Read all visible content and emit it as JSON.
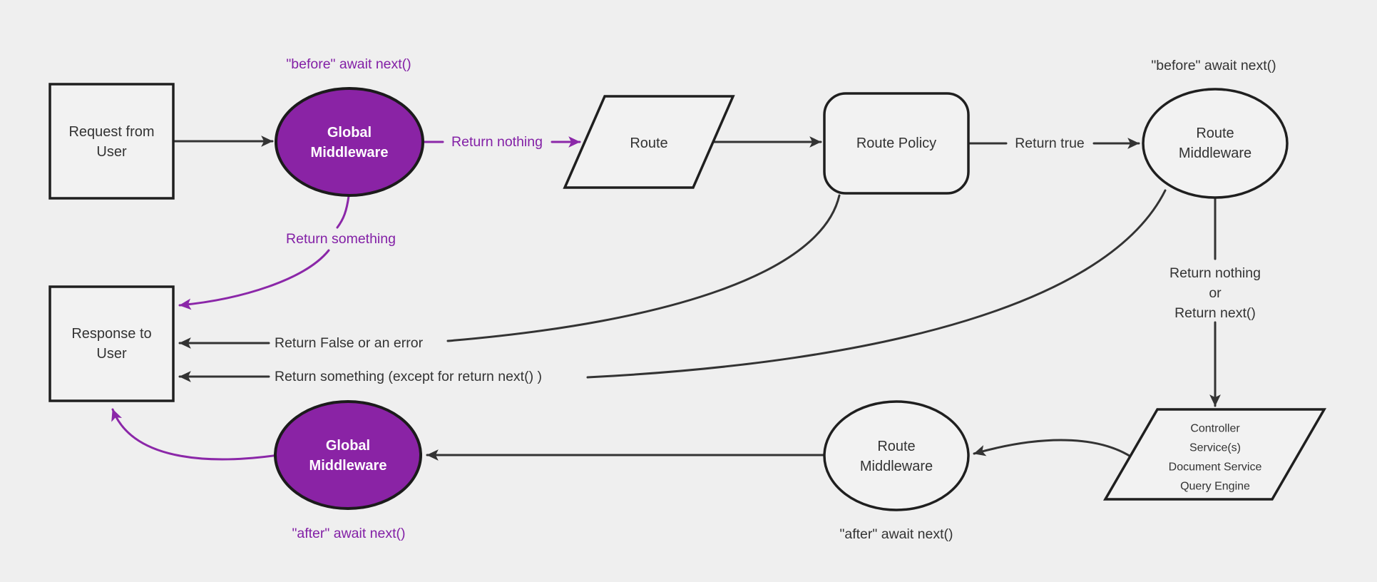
{
  "diagram": {
    "type": "flowchart",
    "background_color": "#efefef",
    "colors": {
      "purple_fill": "#8a23a5",
      "purple_text": "#8320a6",
      "purple_stroke": "#8b27a8",
      "node_fill": "#f2f2f2",
      "node_stroke": "#1f1f1f",
      "edge_stroke": "#333333",
      "text": "#333333",
      "node_text_on_purple": "#ffffff"
    },
    "nodes": {
      "request": {
        "shape": "rectangle",
        "line1": "Request from",
        "line2": "User"
      },
      "global_middleware_top": {
        "shape": "ellipse",
        "variant": "purple",
        "line1": "Global",
        "line2": "Middleware"
      },
      "route": {
        "shape": "parallelogram",
        "label": "Route"
      },
      "route_policy": {
        "shape": "rounded-rectangle",
        "label": "Route Policy"
      },
      "route_middleware_top": {
        "shape": "ellipse",
        "line1": "Route",
        "line2": "Middleware"
      },
      "controller": {
        "shape": "parallelogram",
        "line1": "Controller",
        "line2": "Service(s)",
        "line3": "Document Service",
        "line4": "Query Engine"
      },
      "route_middleware_bottom": {
        "shape": "ellipse",
        "line1": "Route",
        "line2": "Middleware"
      },
      "global_middleware_bottom": {
        "shape": "ellipse",
        "variant": "purple",
        "line1": "Global",
        "line2": "Middleware"
      },
      "response": {
        "shape": "rectangle",
        "line1": "Response to",
        "line2": "User"
      }
    },
    "edge_labels": {
      "before_await_next_global": "\"before\" await next()",
      "return_nothing_to_route": "Return nothing",
      "return_true": "Return true",
      "before_await_next_route": "\"before\" await next()",
      "return_nothing_or_line1": "Return nothing",
      "return_nothing_or_line2": "or",
      "return_nothing_or_line3": "Return next()",
      "after_await_next_route": "\"after\" await next()",
      "after_await_next_global": "\"after\" await next()",
      "return_something": "Return something",
      "return_false_or_error": "Return False or an error",
      "return_something_except": "Return something (except for return next() )"
    }
  }
}
